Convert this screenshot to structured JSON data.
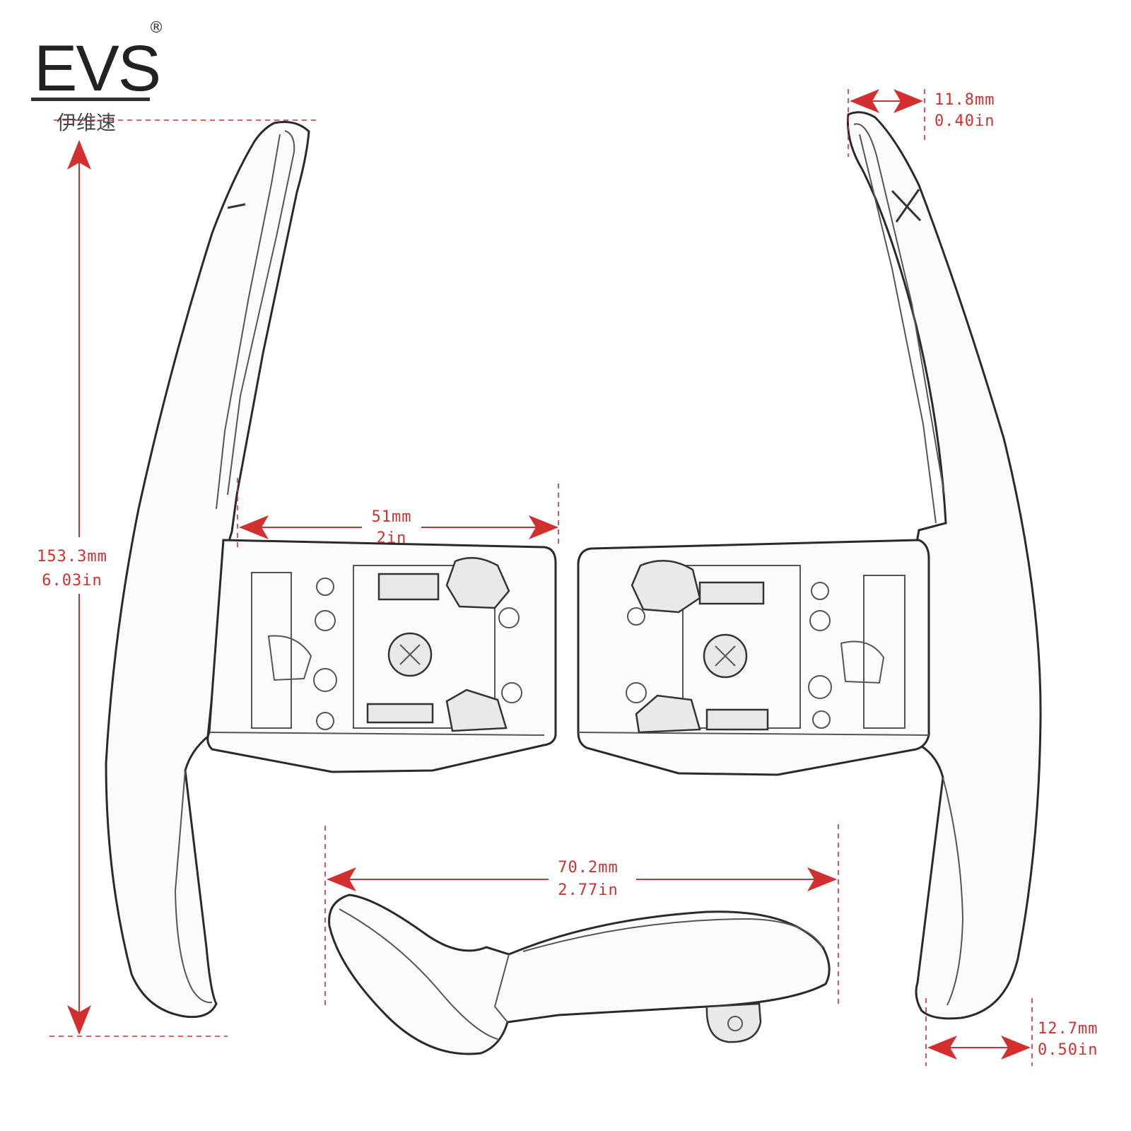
{
  "brand": {
    "logo": "EVS",
    "registered": "®",
    "subtitle": "伊维速"
  },
  "colors": {
    "dimension": "#d32f2f",
    "outline": "#2a2a2a",
    "background": "#ffffff"
  },
  "paddles": {
    "left_sign": "−",
    "right_sign": "+"
  },
  "dimensions": {
    "height": {
      "mm": "153.3mm",
      "in": "6.03in"
    },
    "base_width": {
      "mm": "51mm",
      "in": "2in"
    },
    "top_width": {
      "mm": "11.8mm",
      "in": "0.40in"
    },
    "bottom_width": {
      "mm": "12.7mm",
      "in": "0.50in"
    },
    "side_length": {
      "mm": "70.2mm",
      "in": "2.77in"
    }
  }
}
